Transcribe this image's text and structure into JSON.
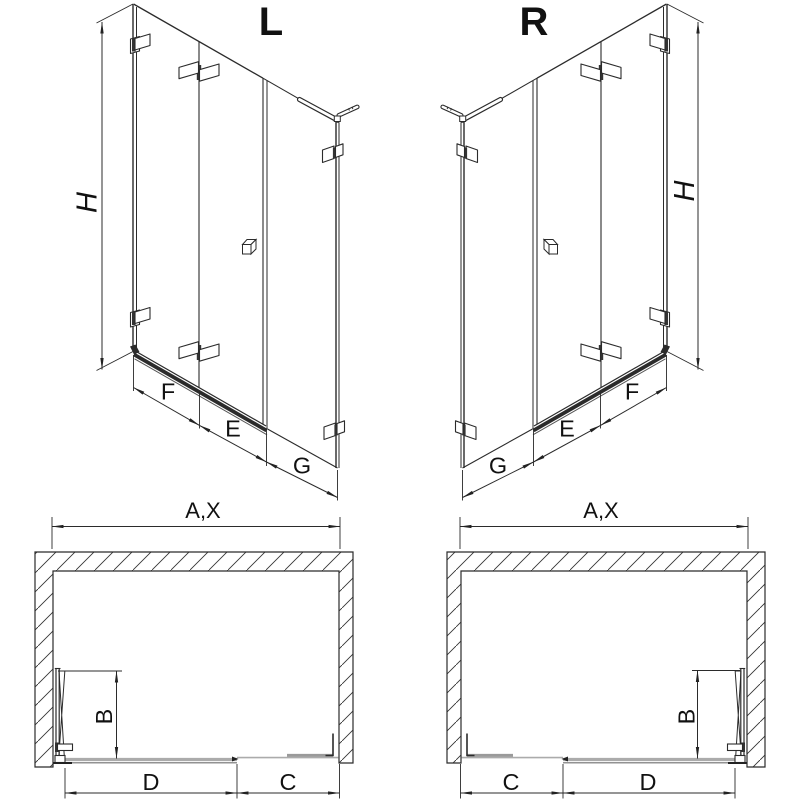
{
  "figure": {
    "type": "shower-screen-dimension-diagram",
    "views": {
      "perspective_left": {
        "variant_label": "L",
        "height_label": "H",
        "bottom_labels": [
          "F",
          "E",
          "G"
        ]
      },
      "perspective_right": {
        "variant_label": "R",
        "height_label": "H",
        "bottom_labels": [
          "F",
          "E",
          "G"
        ]
      },
      "plan_left": {
        "width_label": "A,X",
        "depth_label": "B",
        "door_width_label": "D",
        "fixed_width_label": "C"
      },
      "plan_right": {
        "width_label": "A,X",
        "depth_label": "B",
        "door_width_label": "D",
        "fixed_width_label": "C"
      }
    },
    "colors": {
      "line": "#2b2b2b",
      "gray_profile": "#ababab",
      "text": "#111111",
      "background": "#ffffff"
    }
  }
}
